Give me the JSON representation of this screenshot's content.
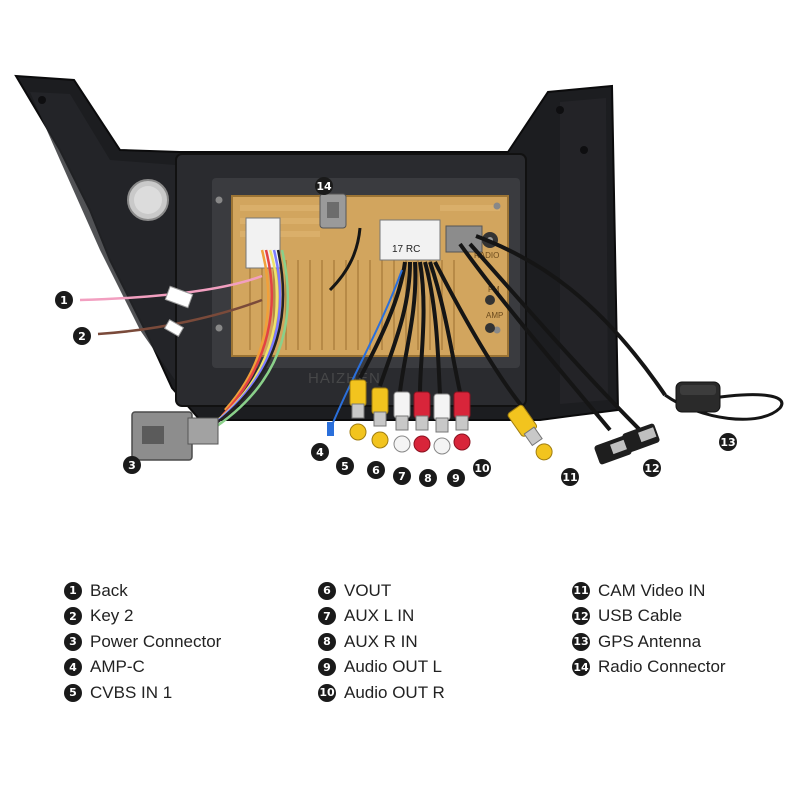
{
  "watermark": "HAIZHEN",
  "unit_markings": {
    "fm_label": "FM",
    "radio_label": "RADIO",
    "rca_label": "17 RC",
    "amp_label": "AMP"
  },
  "callouts": [
    {
      "num": "1"
    },
    {
      "num": "2"
    },
    {
      "num": "3"
    },
    {
      "num": "4"
    },
    {
      "num": "5"
    },
    {
      "num": "6"
    },
    {
      "num": "7"
    },
    {
      "num": "8"
    },
    {
      "num": "9"
    },
    {
      "num": "10"
    },
    {
      "num": "11"
    },
    {
      "num": "12"
    },
    {
      "num": "13"
    },
    {
      "num": "14"
    }
  ],
  "legend": {
    "columns": [
      [
        {
          "num": "1",
          "label": "Back"
        },
        {
          "num": "2",
          "label": "Key 2"
        },
        {
          "num": "3",
          "label": "Power Connector"
        },
        {
          "num": "4",
          "label": "AMP-C"
        },
        {
          "num": "5",
          "label": "CVBS IN 1"
        }
      ],
      [
        {
          "num": "6",
          "label": "VOUT"
        },
        {
          "num": "7",
          "label": "AUX L IN"
        },
        {
          "num": "8",
          "label": "AUX R IN"
        },
        {
          "num": "9",
          "label": "Audio OUT L"
        },
        {
          "num": "10",
          "label": "Audio OUT R"
        }
      ],
      [
        {
          "num": "11",
          "label": "CAM Video IN"
        },
        {
          "num": "12",
          "label": "USB Cable"
        },
        {
          "num": "13",
          "label": "GPS Antenna"
        },
        {
          "num": "14",
          "label": "Radio Connector"
        }
      ]
    ]
  }
}
